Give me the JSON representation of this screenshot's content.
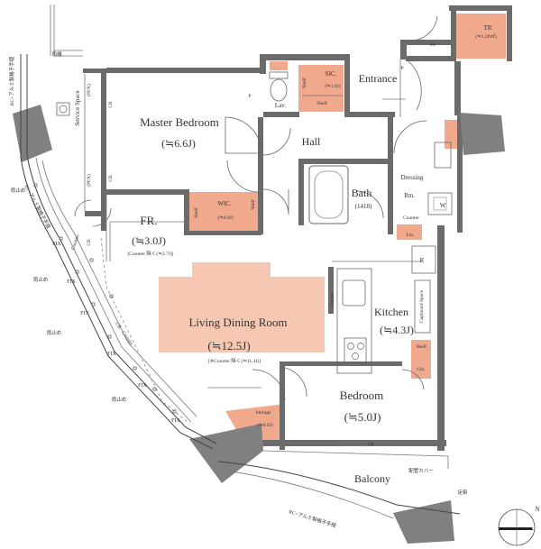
{
  "colors": {
    "storage_fill": "#f0a98c",
    "ldk_highlight": "#f6c7b2",
    "wall": "#6b6b6b",
    "column": "#808080"
  },
  "rooms": {
    "master_bedroom": {
      "name": "Master Bedroom",
      "size": "(≒6.6J)"
    },
    "fr": {
      "name": "FR.",
      "size": "(≒3.0J)",
      "note": "[Counter 除く(≒2.7J)]"
    },
    "ldr": {
      "name": "Living Dining Room",
      "size": "(≒12.5J)",
      "note": "[※Counter 除く(≒11.4J)]"
    },
    "kitchen": {
      "name": "Kitchen",
      "size": "(≒4.3J)"
    },
    "bedroom": {
      "name": "Bedroom",
      "size": "(≒5.0J)"
    },
    "hall": {
      "name": "Hall"
    },
    "entrance": {
      "name": "Entrance"
    },
    "lav": {
      "name": "Lav."
    },
    "bath": {
      "name": "Bath",
      "size": "(1418)"
    },
    "dressing": {
      "name": "Dressing",
      "sub": "Rm."
    },
    "balcony": {
      "name": "Balcony"
    },
    "service_space": {
      "name": "Service Space"
    }
  },
  "storage": {
    "sic": {
      "name": "SIC.",
      "size": "(≒1.0J)",
      "shelf": "Shelf"
    },
    "wic": {
      "name": "WIC.",
      "size": "(≒0.9J)",
      "shelf": "Shelf"
    },
    "storage": {
      "name": "Storage",
      "size": "(≒0.9J)"
    },
    "tr": {
      "name": "TR",
      "size": "(≒1.28㎡)"
    },
    "lin": {
      "name": "Lin."
    },
    "clo": {
      "name": "Clo.",
      "shelf": "Shelf"
    }
  },
  "labels": {
    "ps": "PS",
    "cb": "CB",
    "fix": "FIX",
    "counter": "Counter",
    "cupboard_space": "Cupboard Space",
    "r": "R",
    "w": "W",
    "shelf": "Shelf",
    "pfx": "(PFX)",
    "p": "P",
    "north": "N"
  },
  "jp": {
    "fence": "RC+アルミ製格子手摺",
    "rail_mark": "雨止め",
    "rail_top": "雨樋",
    "ac_cover": "配管カバー",
    "anchor": "足掛"
  }
}
